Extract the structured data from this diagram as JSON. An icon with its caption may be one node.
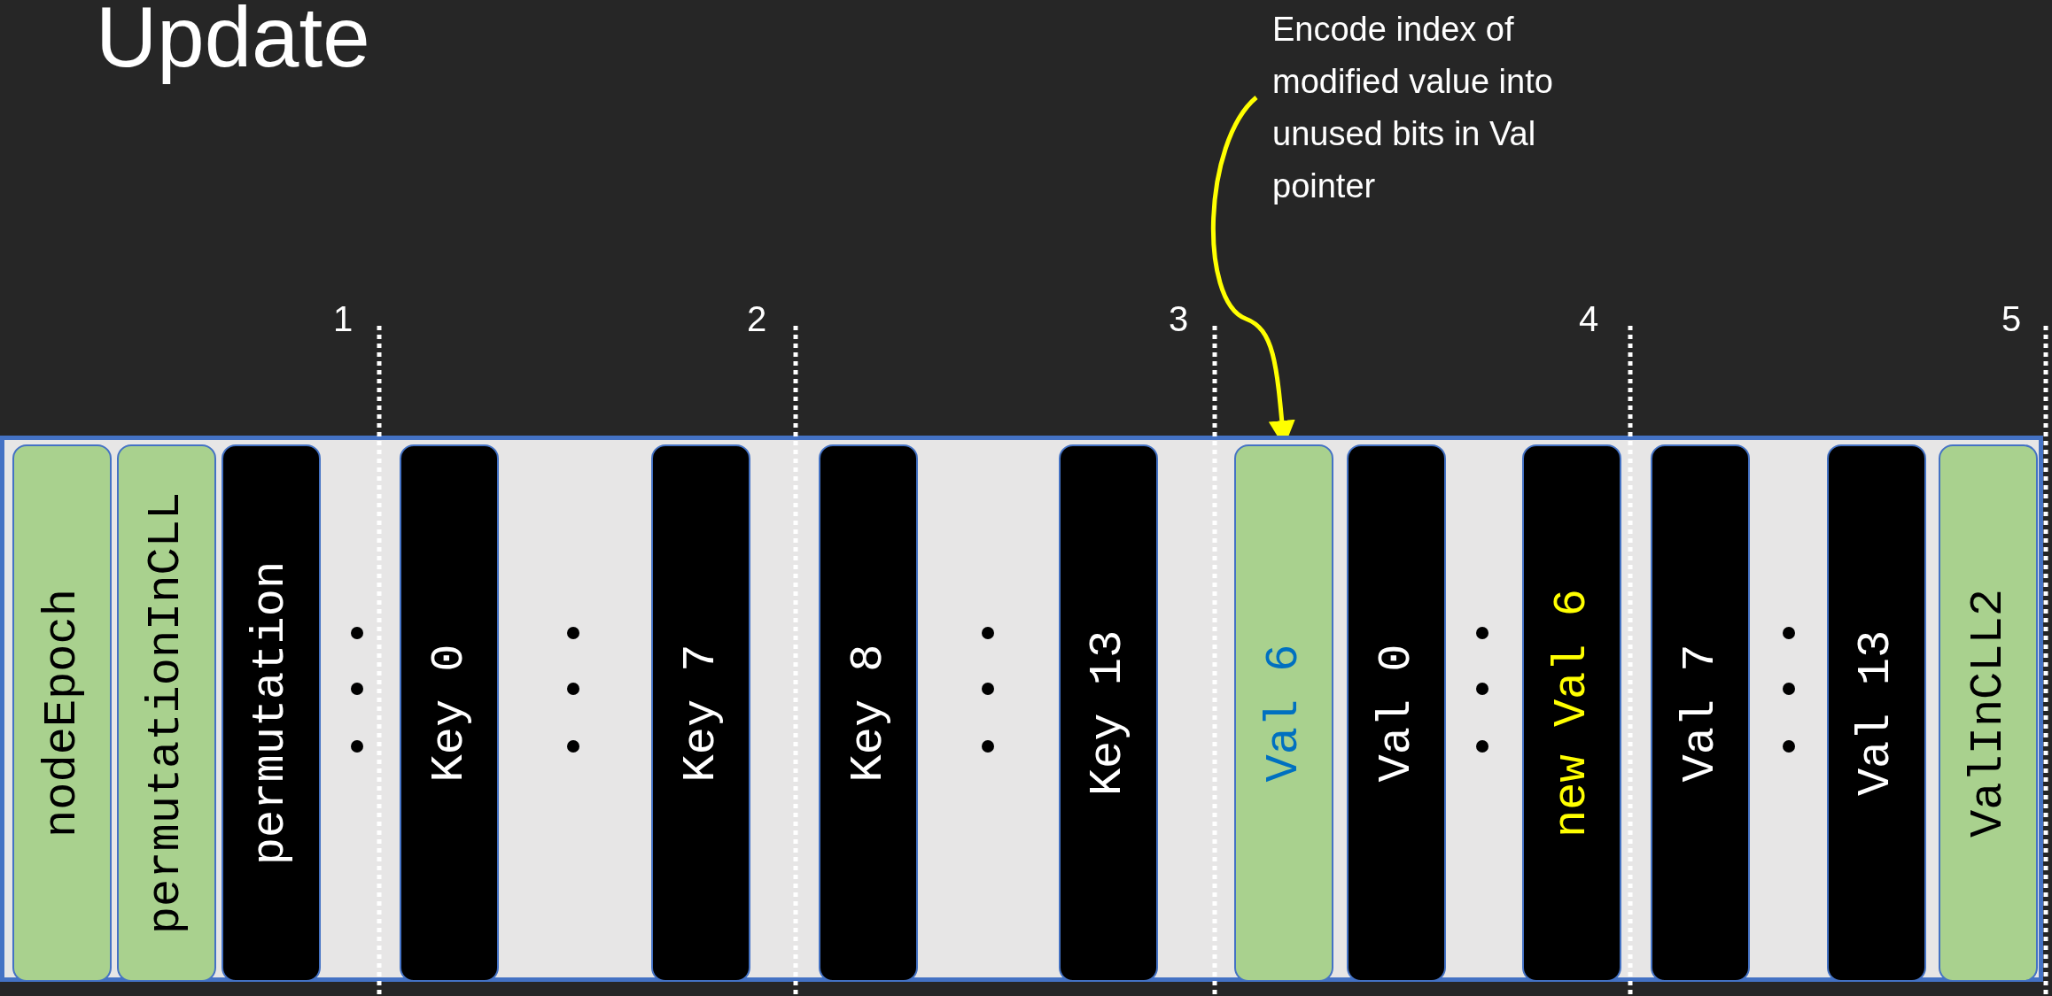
{
  "diagram": {
    "title": "Update",
    "nodes": [
      {
        "text": [
          "Encode index of modified value into unused bits in Val pointer"
        ]
      },
      {
        "text": [],
        "shape": "box"
      },
      {
        "text": [
          "nodeEpoch"
        ],
        "in": 1
      },
      {
        "text": [
          "permutationInCLL"
        ],
        "in": 1
      },
      {
        "text": [
          "permutation"
        ],
        "in": 1
      },
      {
        "text": [
          "Key 0"
        ],
        "in": 1
      },
      {
        "text": [
          "Key 7"
        ],
        "in": 1
      },
      {
        "text": [
          "Key 8"
        ],
        "in": 1
      },
      {
        "text": [
          "Key 13"
        ],
        "in": 1
      },
      {
        "text": [
          "Val 6"
        ],
        "in": 1
      },
      {
        "text": [
          "Val 0"
        ],
        "in": 1
      },
      {
        "text": [
          "new Val 6"
        ],
        "in": 1
      },
      {
        "text": [
          "Val 7"
        ],
        "in": 1
      },
      {
        "text": [
          "Val 13"
        ],
        "in": 1
      },
      {
        "text": [
          "ValInCLL2"
        ],
        "in": 1
      }
    ],
    "edges": [
      {
        "from": 0,
        "to": 9,
        "arrow": "to",
        "color": "#ffff00"
      }
    ],
    "labels": [
      "1",
      "2",
      "3",
      "4",
      "5"
    ]
  }
}
